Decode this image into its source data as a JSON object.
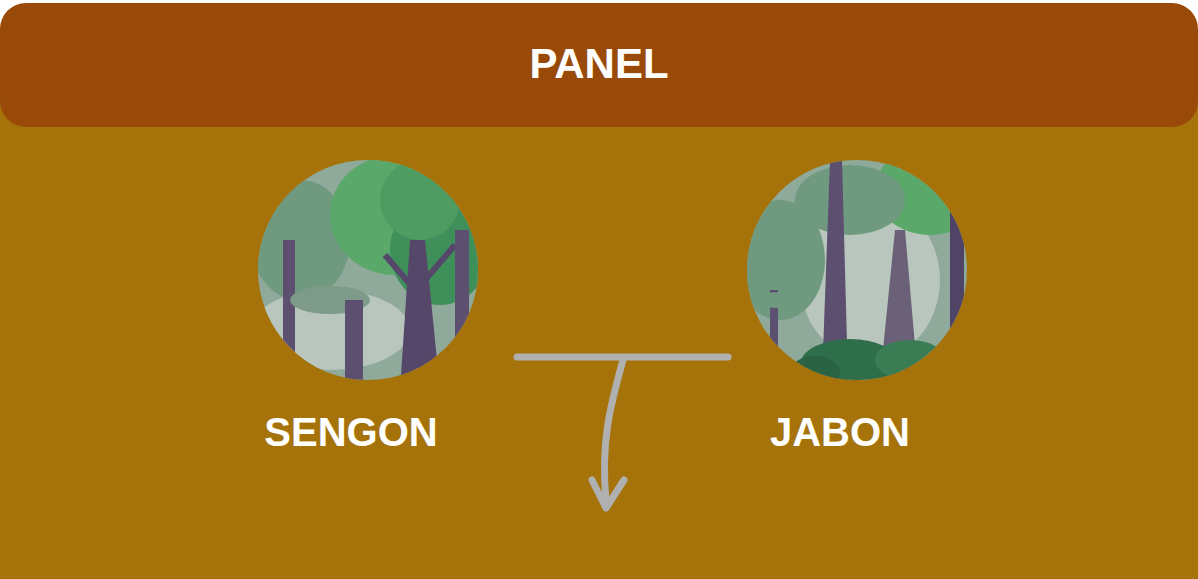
{
  "diagram": {
    "title": "PANEL",
    "nodes": [
      {
        "text": [
          "SENGON"
        ]
      },
      {
        "text": [
          "JABON"
        ]
      }
    ]
  }
}
